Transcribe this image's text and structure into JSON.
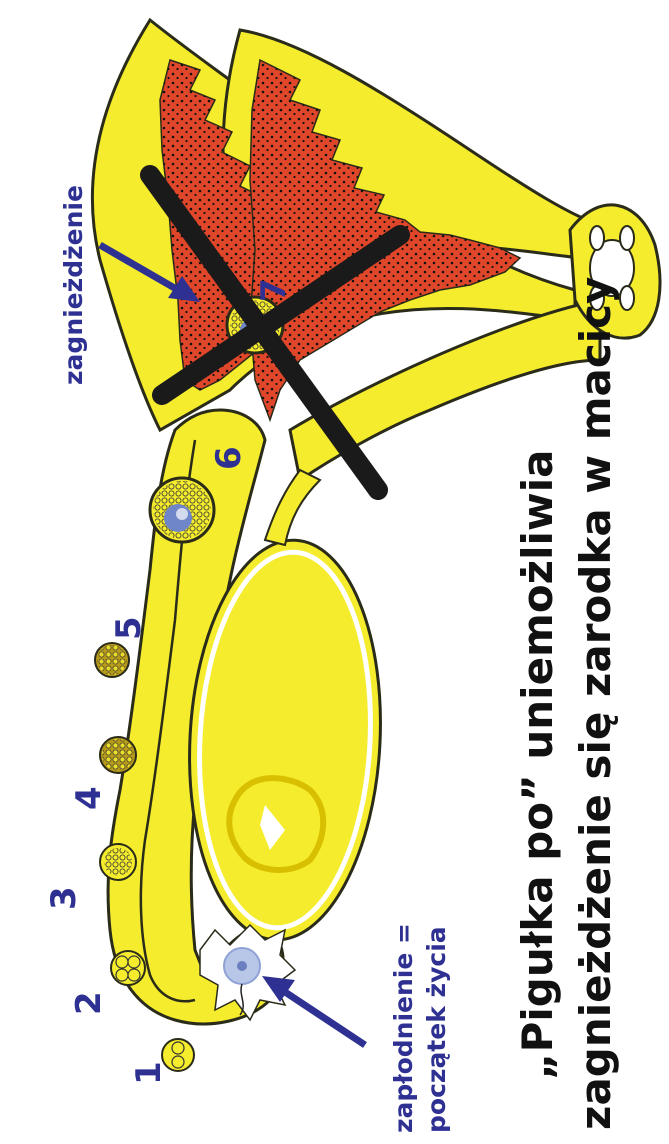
{
  "colors": {
    "tissue": "#f4ec2c",
    "outline": "#2b2b1a",
    "endometrium": "#e0472a",
    "arrow": "#2e3192",
    "cross": "#1a1a1a",
    "label": "#2e3192",
    "caption": "#111111"
  },
  "stages": [
    "1",
    "2",
    "3",
    "4",
    "5",
    "6",
    "7"
  ],
  "labels": {
    "fertilization_line1": "zapłodnienie =",
    "fertilization_line2": "początek życia",
    "implantation": "zagnieżdżenie"
  },
  "caption": {
    "line1": "„Pigułka po” uniemożliwia",
    "line2": "zagnieżdżenie się zarodka w macicy"
  }
}
